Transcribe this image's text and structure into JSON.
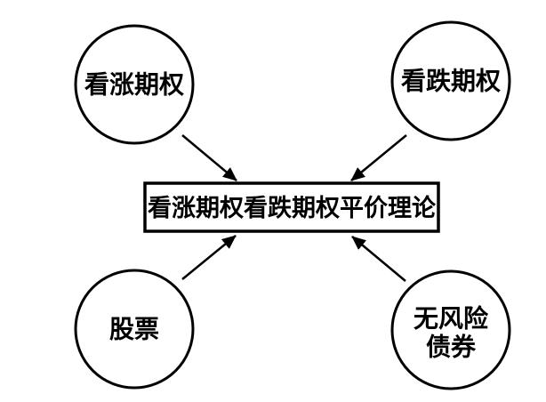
{
  "colors": {
    "background": "#ffffff",
    "ink": "#000000"
  },
  "diagram": {
    "type": "concept-diagram",
    "nodes": {
      "call_option": {
        "shape": "circle",
        "label": "看涨期权"
      },
      "put_option": {
        "shape": "circle",
        "label": "看跌期权"
      },
      "stock": {
        "shape": "circle",
        "label": "股票"
      },
      "risk_free_bond": {
        "shape": "circle",
        "lines": [
          "无风险",
          "债券"
        ]
      },
      "parity_theory": {
        "shape": "rectangle",
        "label": "看涨期权看跌期权平价理论"
      }
    },
    "edges": [
      {
        "from": "call_option",
        "to": "parity_theory",
        "style": "arrow"
      },
      {
        "from": "put_option",
        "to": "parity_theory",
        "style": "arrow"
      },
      {
        "from": "stock",
        "to": "parity_theory",
        "style": "arrow"
      },
      {
        "from": "risk_free_bond",
        "to": "parity_theory",
        "style": "arrow"
      }
    ]
  }
}
